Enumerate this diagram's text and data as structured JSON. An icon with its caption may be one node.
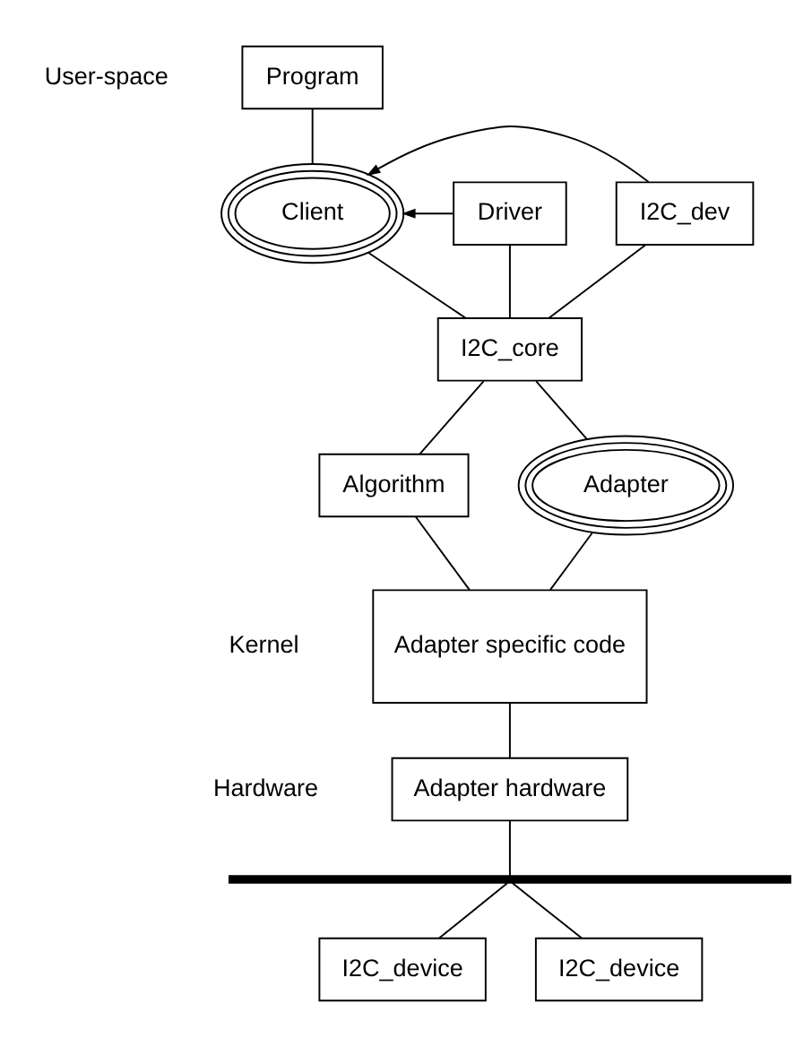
{
  "diagram": {
    "nodes": [
      {
        "text": [
          "Program"
        ]
      },
      {
        "text": [
          "Client"
        ]
      },
      {
        "text": [
          "Driver"
        ]
      },
      {
        "text": [
          "I2C_dev"
        ]
      },
      {
        "text": [
          "I2C_core"
        ]
      },
      {
        "text": [
          "Algorithm"
        ]
      },
      {
        "text": [
          "Adapter"
        ]
      },
      {
        "text": [
          "Adapter specific code"
        ]
      },
      {
        "text": [
          "Adapter hardware"
        ]
      },
      {
        "text": [],
        "shape": "bar"
      },
      {
        "text": [
          "I2C_device"
        ]
      },
      {
        "text": [
          "I2C_device"
        ]
      }
    ],
    "edges": [
      {
        "from": 0,
        "to": 1,
        "arrow": "none"
      },
      {
        "from": 2,
        "to": 1,
        "arrow": "to"
      },
      {
        "from": 3,
        "to": 1,
        "arrow": "to"
      },
      {
        "from": 2,
        "to": 4,
        "arrow": "none"
      },
      {
        "from": 1,
        "to": 4,
        "arrow": "none"
      },
      {
        "from": 3,
        "to": 4,
        "arrow": "none"
      },
      {
        "from": 4,
        "to": 5,
        "arrow": "none"
      },
      {
        "from": 4,
        "to": 6,
        "arrow": "none"
      },
      {
        "from": 5,
        "to": 7,
        "arrow": "none"
      },
      {
        "from": 6,
        "to": 7,
        "arrow": "none"
      },
      {
        "from": 7,
        "to": 8,
        "arrow": "none"
      },
      {
        "from": 8,
        "to": 9,
        "arrow": "none"
      },
      {
        "from": 9,
        "to": 10,
        "arrow": "none"
      },
      {
        "from": 9,
        "to": 11,
        "arrow": "none"
      }
    ],
    "labels": [
      "User-space",
      "Kernel",
      "Hardware"
    ]
  }
}
